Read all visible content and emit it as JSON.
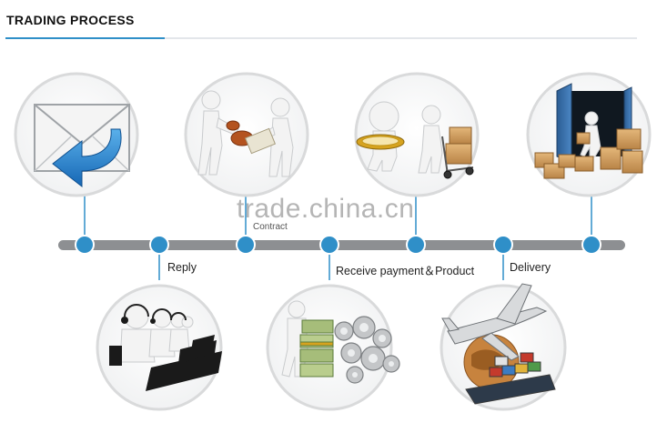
{
  "header": {
    "title": "TRADING PROCESS"
  },
  "watermark": "trade.china.cn",
  "colors": {
    "timeline": "#8d8f92",
    "node": "#2f8fc8",
    "accent": "#2f8fc8"
  },
  "steps": {
    "top": [
      {
        "icon": "envelope-reply-icon",
        "label": ""
      },
      {
        "icon": "handshake-contract-icon",
        "label": ""
      },
      {
        "icon": "inspection-magnifier-icon",
        "label": ""
      },
      {
        "icon": "container-loading-icon",
        "label": ""
      }
    ],
    "bottom": [
      {
        "icon": "call-center-icon",
        "label": "Reply"
      },
      {
        "icon": "money-gears-icon",
        "label": "Receive payment＆Product"
      },
      {
        "icon": "airplane-ship-icon",
        "label": "Delivery"
      }
    ]
  },
  "partial_labels": {
    "contract": "Contract"
  }
}
